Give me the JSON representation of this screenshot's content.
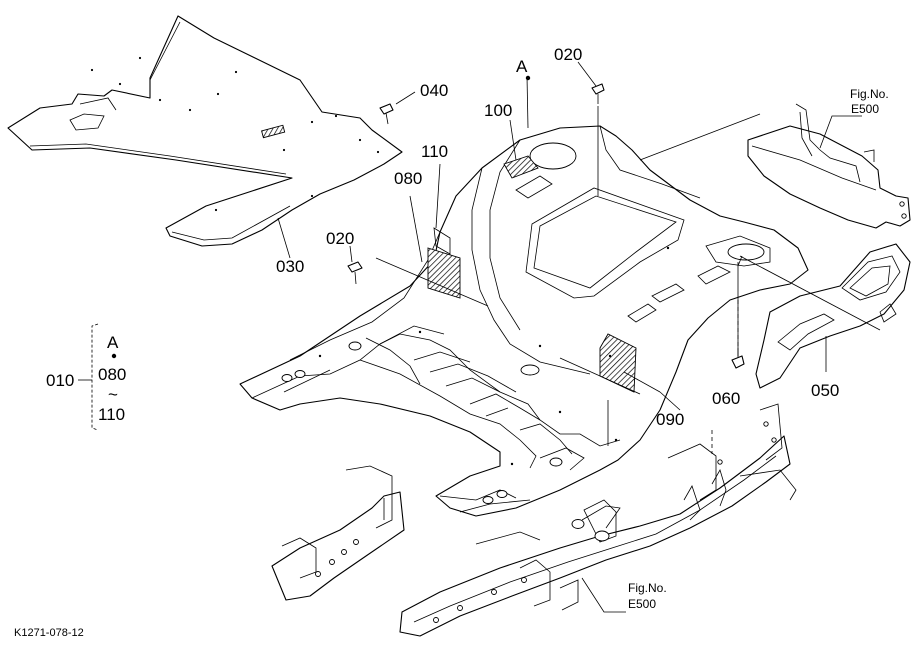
{
  "callouts": {
    "p010": "010",
    "p020a": "020",
    "p020b": "020",
    "p030": "030",
    "p040": "040",
    "p050": "050",
    "p060": "060",
    "p080": "080",
    "p090": "090",
    "p100": "100",
    "p110": "110",
    "refA": "A"
  },
  "assembly_set": {
    "ref": "A",
    "from": "080",
    "tilde": "~",
    "to": "110"
  },
  "fig_refs": {
    "upper_label": "Fig.No.",
    "upper_code": "E500",
    "lower_label": "Fig.No.",
    "lower_code": "E500"
  },
  "drawing_code": "K1271-078-12"
}
